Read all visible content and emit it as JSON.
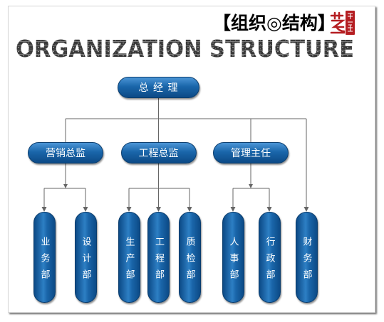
{
  "header": {
    "title": "【组织◎结构】",
    "subtitle": "ORGANIZATION STRUCTURE"
  },
  "org": {
    "root": {
      "label": "总 经 理"
    },
    "branches": [
      {
        "label": "营销总监",
        "departments": [
          "业务部",
          "设计部"
        ]
      },
      {
        "label": "工程总监",
        "departments": [
          "生产部",
          "工程部",
          "质检部"
        ]
      },
      {
        "label": "管理主任",
        "departments": [
          "人事部",
          "行政部"
        ]
      }
    ],
    "direct_departments": [
      "财务部"
    ]
  },
  "colors": {
    "node_blue": "#1a66aa",
    "node_dark": "#0c4a86",
    "connector": "#666666",
    "title_text": "#000000",
    "seal_red": "#b51e22"
  }
}
